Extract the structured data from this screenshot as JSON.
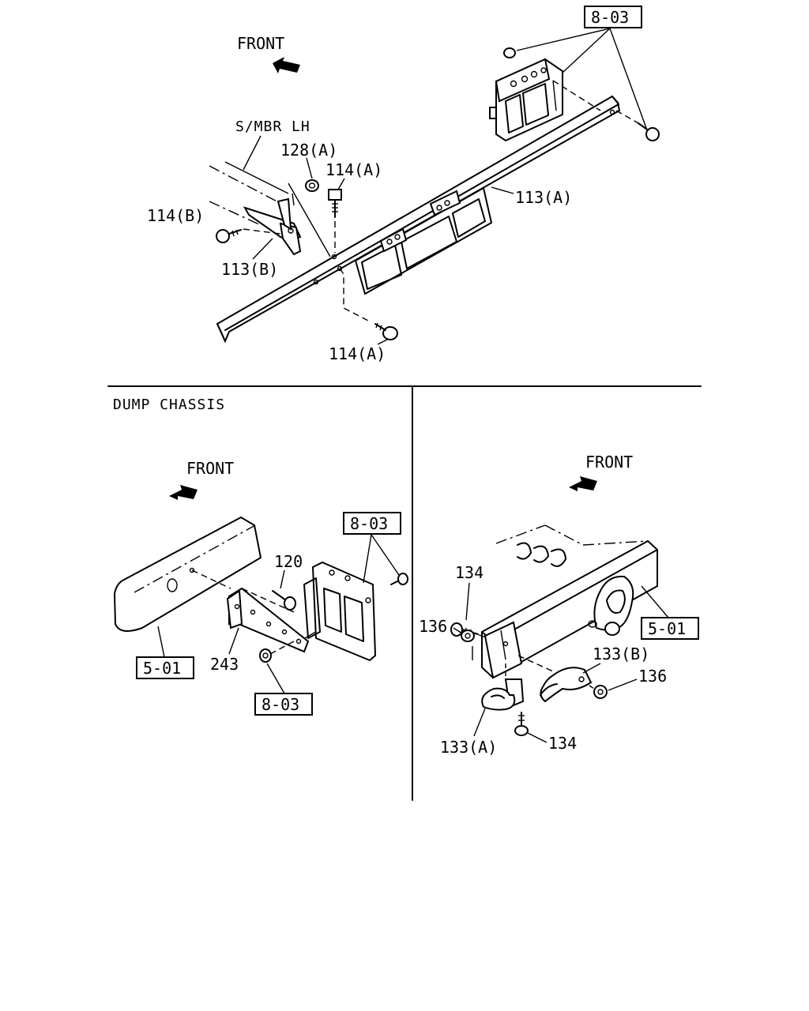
{
  "top": {
    "front": "FRONT",
    "s_mbr": "S/MBR LH",
    "ref_8_03": "8-03",
    "p128a": "128(A)",
    "p114a_upper": "114(A)",
    "p114b": "114(B)",
    "p113a": "113(A)",
    "p113b": "113(B)",
    "p114a_lower": "114(A)"
  },
  "left": {
    "section_title": "DUMP CHASSIS",
    "front": "FRONT",
    "ref_8_03_upper": "8-03",
    "p120": "120",
    "p243": "243",
    "ref_5_01": "5-01",
    "ref_8_03_lower": "8-03"
  },
  "right": {
    "front": "FRONT",
    "p134_upper": "134",
    "p136_left": "136",
    "ref_5_01": "5-01",
    "p133b": "133(B)",
    "p136_right": "136",
    "p134_lower": "134",
    "p133a": "133(A)"
  }
}
